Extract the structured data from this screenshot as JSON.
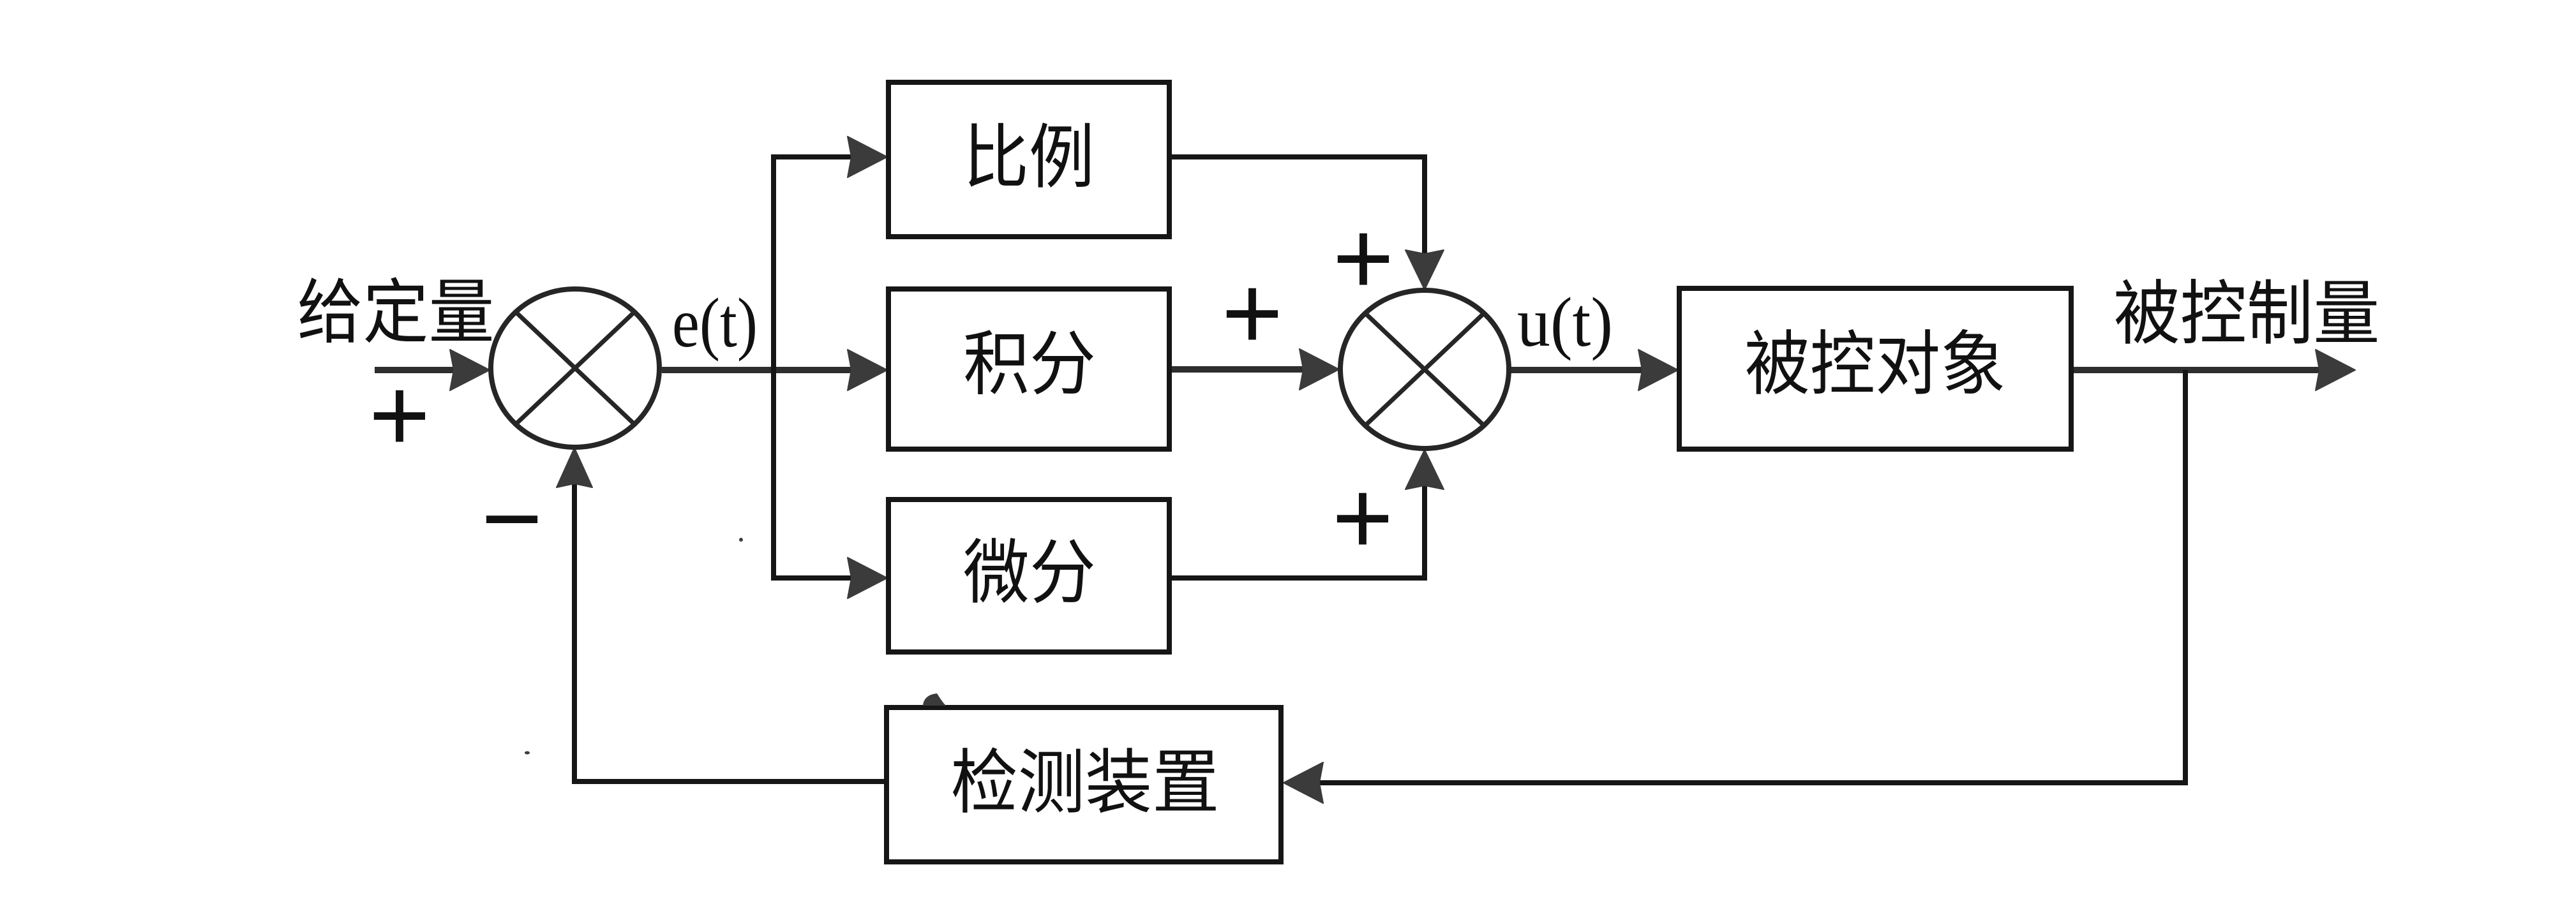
{
  "diagram": {
    "setpoint": {
      "label": "给定量"
    },
    "sum_1": {
      "icon": "summing-junction-icon",
      "input_signs": {
        "setpoint": "+",
        "feedback": "−"
      }
    },
    "signals": {
      "error": "e(t)",
      "control": "u(t)"
    },
    "blocks": {
      "proportional": "比例",
      "integral": "积分",
      "derivative": "微分",
      "plant": "被控对象",
      "sensor": "检测装置"
    },
    "sum_2": {
      "icon": "summing-junction-icon",
      "input_signs": {
        "proportional": "+",
        "integral": "+",
        "derivative": "+"
      }
    },
    "output": {
      "label": "被控制量"
    }
  },
  "connections": [
    {
      "from": "setpoint",
      "to": "sum_1",
      "sign": "+"
    },
    {
      "from": "sum_1",
      "to": "proportional",
      "signal": "e(t)"
    },
    {
      "from": "sum_1",
      "to": "integral",
      "signal": "e(t)"
    },
    {
      "from": "sum_1",
      "to": "derivative",
      "signal": "e(t)"
    },
    {
      "from": "proportional",
      "to": "sum_2",
      "sign": "+"
    },
    {
      "from": "integral",
      "to": "sum_2",
      "sign": "+"
    },
    {
      "from": "derivative",
      "to": "sum_2",
      "sign": "+"
    },
    {
      "from": "sum_2",
      "to": "plant",
      "signal": "u(t)"
    },
    {
      "from": "plant",
      "to": "output"
    },
    {
      "from": "plant",
      "to": "sensor"
    },
    {
      "from": "sensor",
      "to": "sum_1",
      "sign": "−"
    }
  ],
  "colors": {
    "background": "#ffffff",
    "line": "#161616",
    "signal_line": "#2e2e2e",
    "junction": "#262626",
    "arrowhead": "#3b3b3b",
    "text": "#111111"
  }
}
